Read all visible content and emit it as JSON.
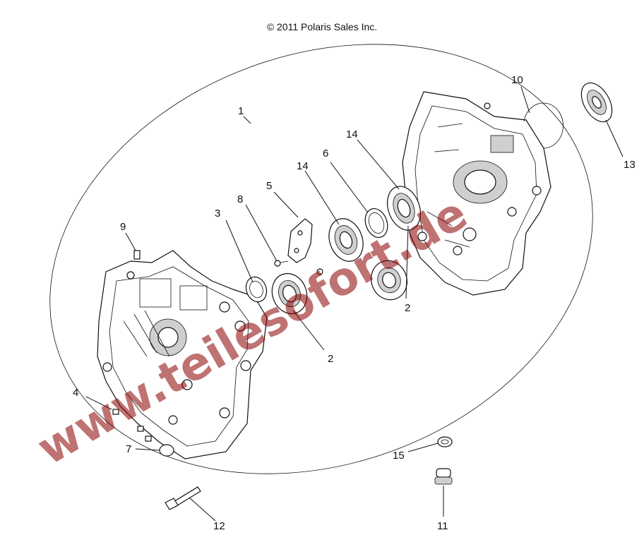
{
  "copyright": "© 2011 Polaris Sales Inc.",
  "watermark": "www.teilesofort.de",
  "callouts": [
    "1",
    "2",
    "2",
    "3",
    "4",
    "5",
    "6",
    "7",
    "8",
    "9",
    "10",
    "11",
    "12",
    "13",
    "14",
    "14",
    "15"
  ],
  "colors": {
    "line": "#111111",
    "watermark": "#8b0000",
    "background": "#ffffff"
  }
}
